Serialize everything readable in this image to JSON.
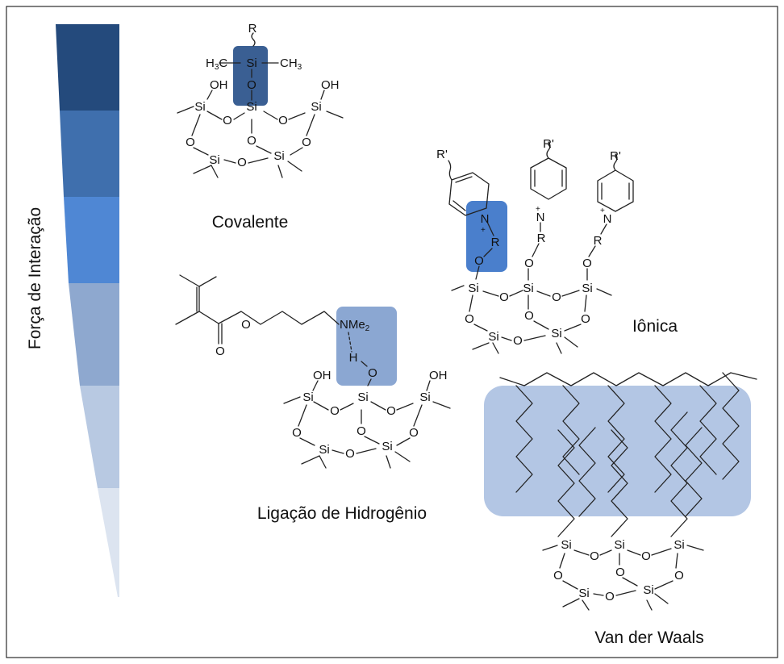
{
  "axis": {
    "label": "Força de Interação",
    "levels": [
      {
        "color": "#244a7c"
      },
      {
        "color": "#3f6fad"
      },
      {
        "color": "#4f87d4"
      },
      {
        "color": "#8ea8cf"
      },
      {
        "color": "#b8c9e2"
      },
      {
        "color": "#dce4f0"
      }
    ]
  },
  "highlight_colors": {
    "covalent": "#3a5f93",
    "ionic": "#4a7fcc",
    "hydrogen": "#8ba7d2",
    "vdw": "#b3c6e4"
  },
  "interactions": {
    "covalent": "Covalente",
    "ionic": "Iônica",
    "hydrogen": "Ligação de Hidrogênio",
    "vdw": "Van der Waals"
  },
  "atoms": {
    "si": "Si",
    "o": "O",
    "oh": "OH",
    "r": "R",
    "r_prime": "R'",
    "h3c": "H",
    "ch3": "CH",
    "sub3": "3",
    "n": "N",
    "plus": "+",
    "nme2": "NMe",
    "sub2": "2",
    "h": "H"
  }
}
